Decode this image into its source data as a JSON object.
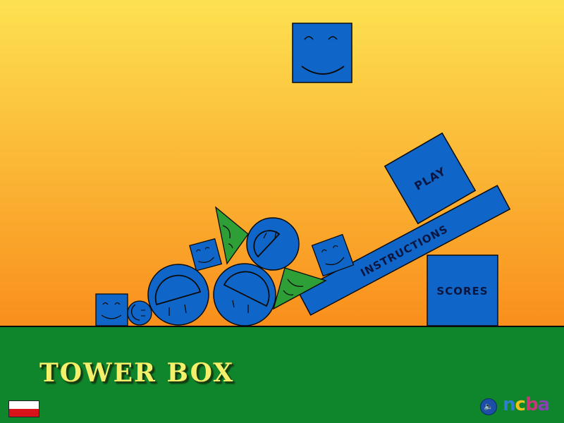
{
  "game": {
    "title": "TOWER BOX",
    "menu": {
      "play_label": "PLAY",
      "instructions_label": "INSTRUCTIONS",
      "scores_label": "SCORES"
    },
    "language": "Polish",
    "brand": {
      "n": "n",
      "c": "c",
      "b": "b",
      "a": "a"
    }
  },
  "colors": {
    "sky_top": "#fde150",
    "sky_bottom": "#f9901e",
    "ground": "#10862c",
    "block_blue": "#1066c8",
    "block_green": "#2e9e36",
    "outline": "#0a0a0a",
    "title_yellow": "#f4f06a"
  },
  "icons": {
    "sound": "speaker-icon",
    "flag": "poland-flag-icon"
  }
}
